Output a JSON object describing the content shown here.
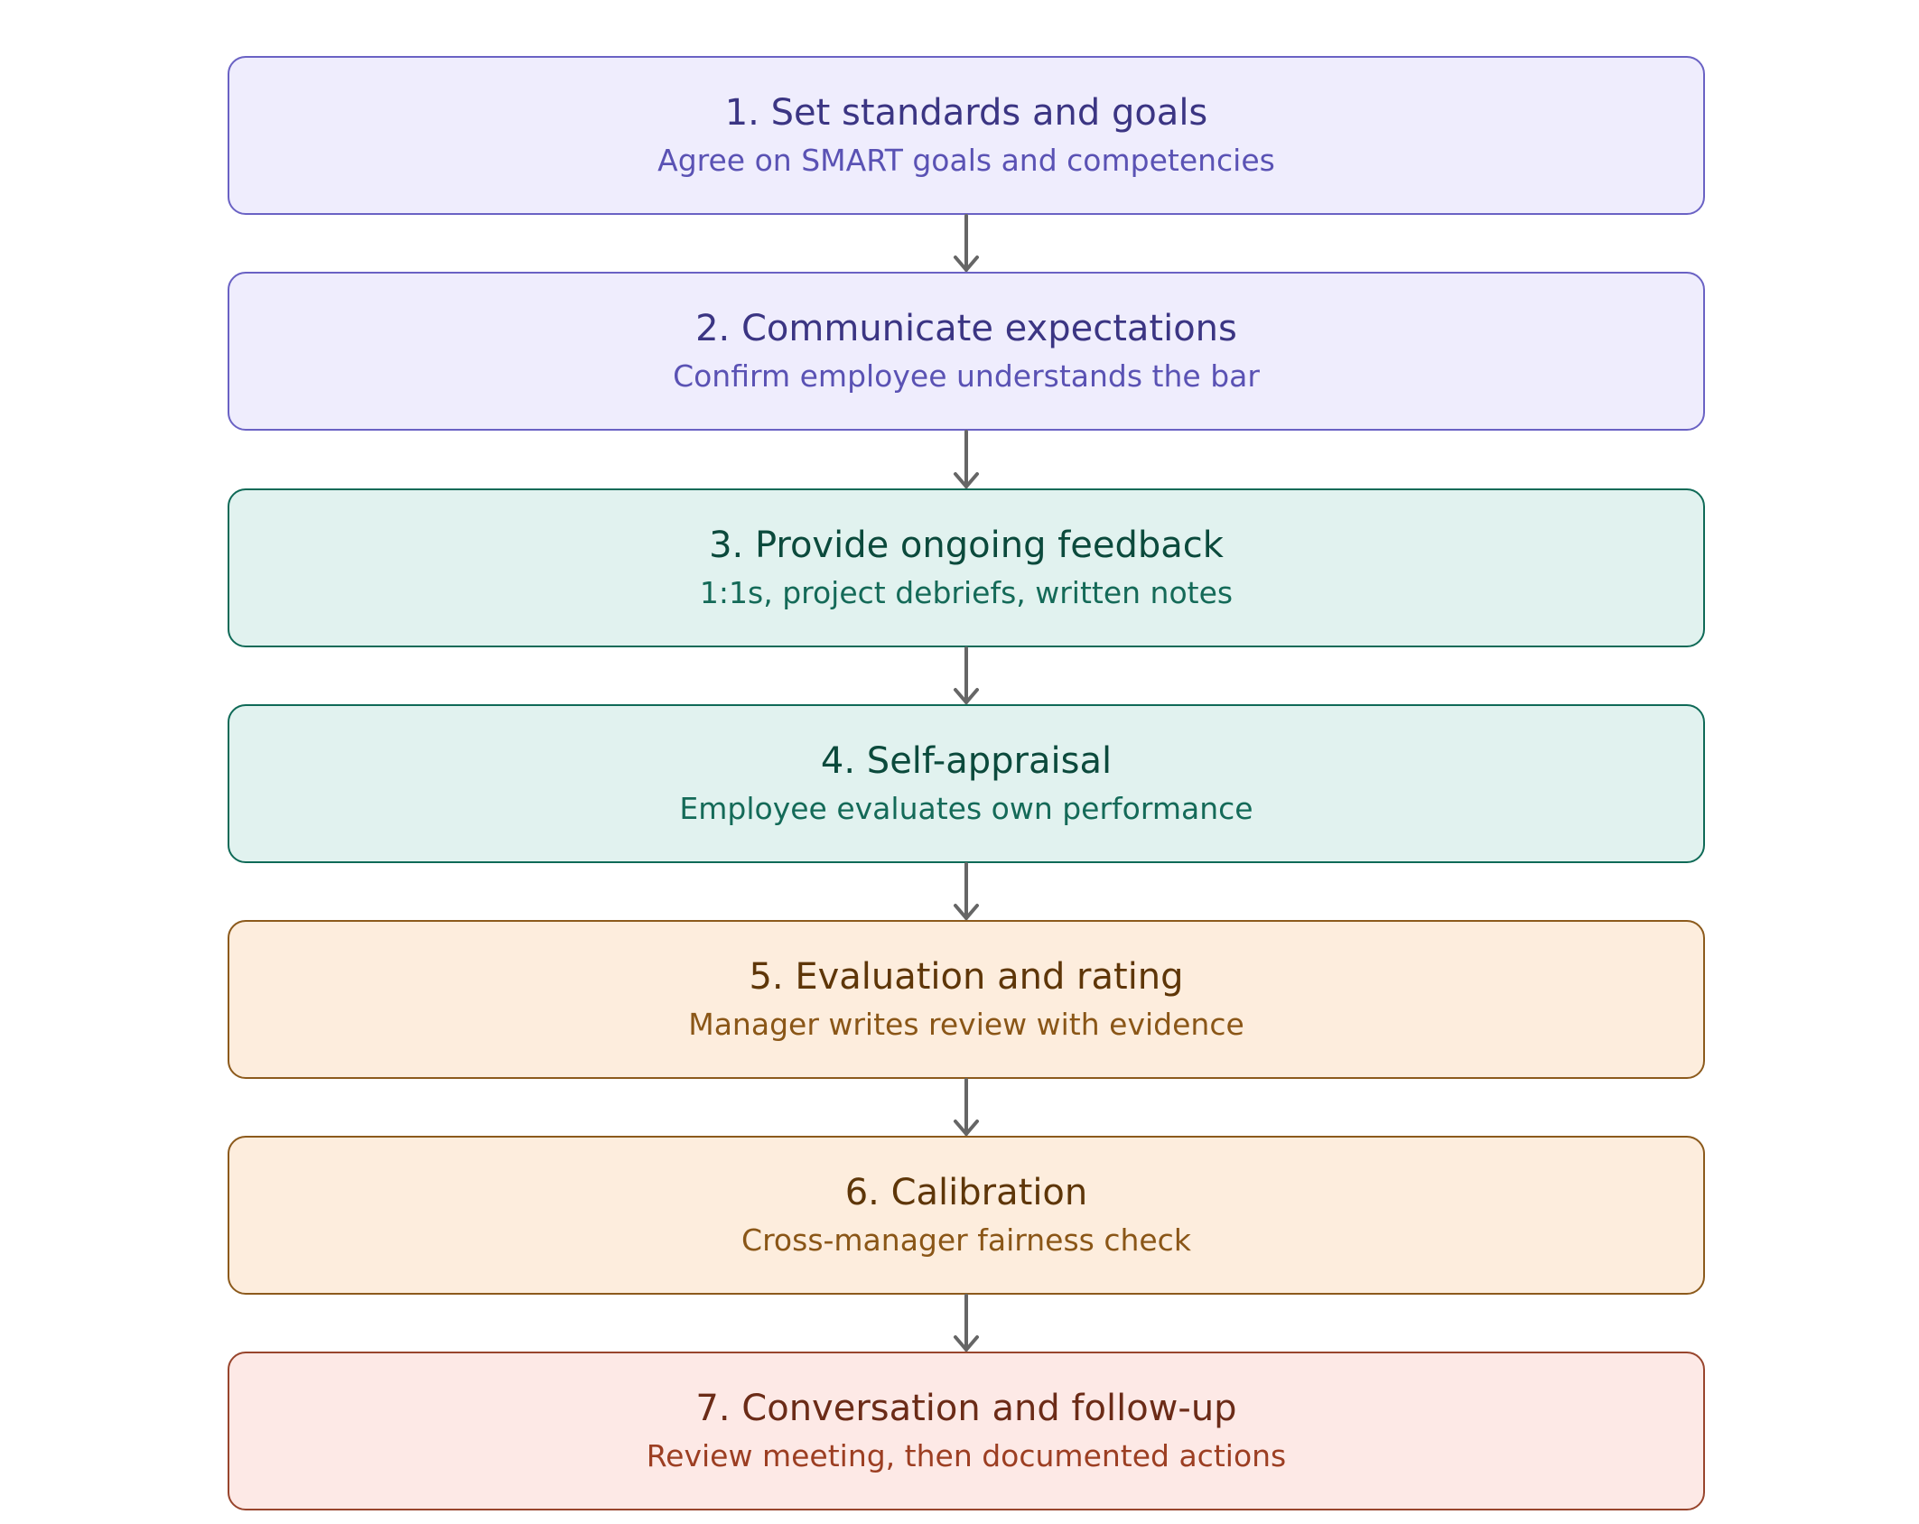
{
  "steps": [
    {
      "title": "1. Set standards and goals",
      "description": "Agree on SMART goals and competencies",
      "color": "#efedfd"
    },
    {
      "title": "2. Communicate expectations",
      "description": "Confirm employee understands the bar",
      "color": "#efedfd"
    },
    {
      "title": "3. Provide ongoing feedback",
      "description": "1:1s, project debriefs, written notes",
      "color": "#e1f2ef"
    },
    {
      "title": "4. Self-appraisal",
      "description": "Employee evaluates own performance",
      "color": "#e1f2ef"
    },
    {
      "title": "5. Evaluation and rating",
      "description": "Manager writes review with evidence",
      "color": "#fdeddd"
    },
    {
      "title": "6. Calibration",
      "description": "Cross-manager fairness check",
      "color": "#fdeddd"
    },
    {
      "title": "7. Conversation and follow-up",
      "description": "Review meeting, then documented actions",
      "color": "#fde9e6"
    }
  ],
  "connector_color": "#666666"
}
